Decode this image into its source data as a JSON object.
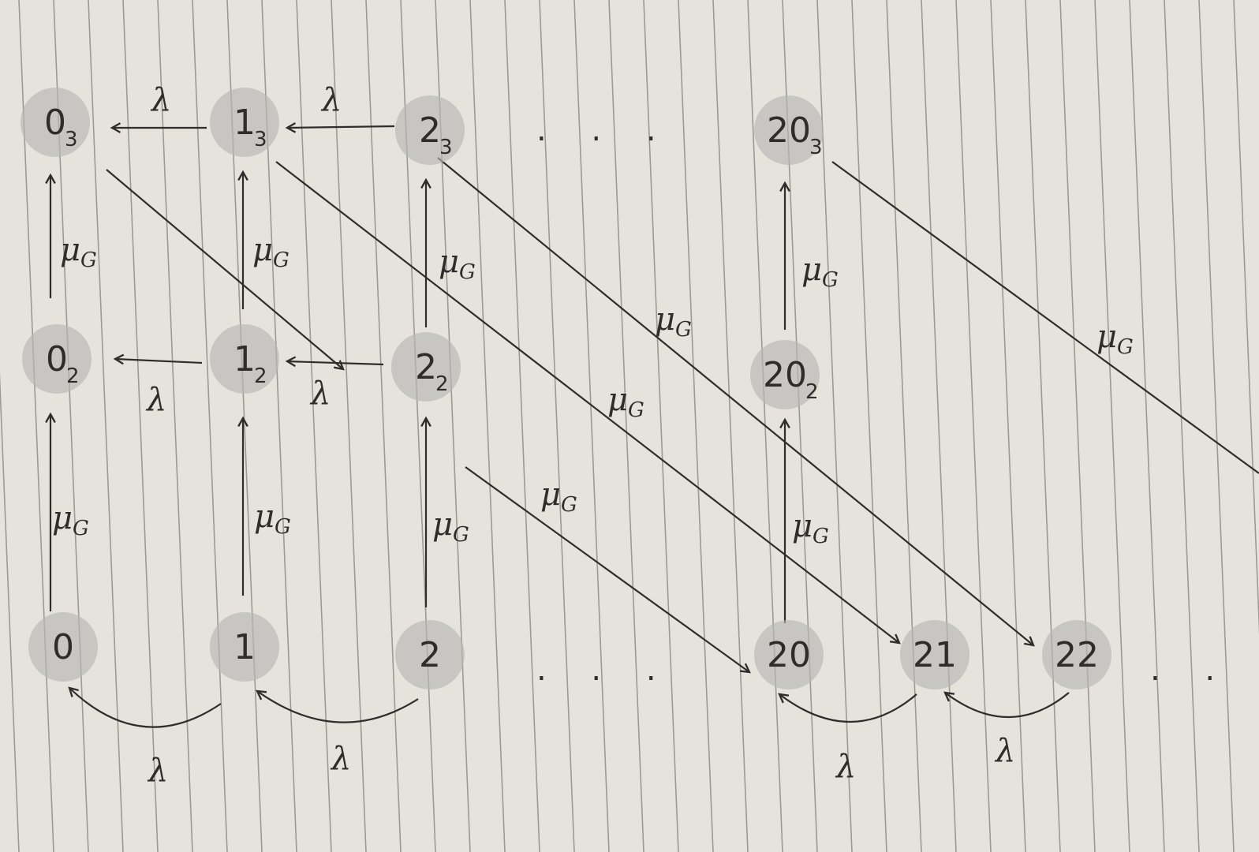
{
  "diagram": {
    "nodes": [
      {
        "id": "0_3",
        "main": "0",
        "sub": "3"
      },
      {
        "id": "1_3",
        "main": "1",
        "sub": "3"
      },
      {
        "id": "2_3",
        "main": "2",
        "sub": "3"
      },
      {
        "id": "20_3",
        "main": "20",
        "sub": "3"
      },
      {
        "id": "0_2",
        "main": "0",
        "sub": "2"
      },
      {
        "id": "1_2",
        "main": "1",
        "sub": "2"
      },
      {
        "id": "2_2",
        "main": "2",
        "sub": "2"
      },
      {
        "id": "20_2",
        "main": "20",
        "sub": "2"
      },
      {
        "id": "0",
        "main": "0",
        "sub": ""
      },
      {
        "id": "1",
        "main": "1",
        "sub": ""
      },
      {
        "id": "2",
        "main": "2",
        "sub": ""
      },
      {
        "id": "20",
        "main": "20",
        "sub": ""
      },
      {
        "id": "21",
        "main": "21",
        "sub": ""
      },
      {
        "id": "22",
        "main": "22",
        "sub": ""
      }
    ],
    "edges": [
      {
        "from": "1_3",
        "to": "0_3",
        "label": "λ"
      },
      {
        "from": "2_3",
        "to": "1_3",
        "label": "λ"
      },
      {
        "from": "1_2",
        "to": "0_2",
        "label": "λ"
      },
      {
        "from": "2_2",
        "to": "1_2",
        "label": "λ"
      },
      {
        "from": "0_2",
        "to": "0_3",
        "label": "μG"
      },
      {
        "from": "1_2",
        "to": "1_3",
        "label": "μG"
      },
      {
        "from": "2_2",
        "to": "2_3",
        "label": "μG"
      },
      {
        "from": "20_2",
        "to": "20_3",
        "label": "μG"
      },
      {
        "from": "0",
        "to": "0_2",
        "label": "μG"
      },
      {
        "from": "1",
        "to": "1_2",
        "label": "μG"
      },
      {
        "from": "2",
        "to": "2_2",
        "label": "μG"
      },
      {
        "from": "20",
        "to": "20_2",
        "label": "μG"
      },
      {
        "from": "1",
        "to": "0",
        "label": "λ"
      },
      {
        "from": "2",
        "to": "1",
        "label": "λ"
      },
      {
        "from": "21",
        "to": "20",
        "label": "λ"
      },
      {
        "from": "22",
        "to": "21",
        "label": "λ"
      },
      {
        "from": "0_3",
        "to": "1_2",
        "label": ""
      },
      {
        "from": "1_3",
        "to": "21",
        "label": "μG"
      },
      {
        "from": "2_3",
        "to": "22",
        "label": "μG"
      },
      {
        "from": "2",
        "to": "20",
        "label": "μG"
      },
      {
        "from": "20_3",
        "to": "",
        "label": "μG"
      }
    ],
    "ellipses": {
      "top_row": ". . .",
      "bottom_middle": ". . .",
      "bottom_end": ". . ."
    }
  }
}
